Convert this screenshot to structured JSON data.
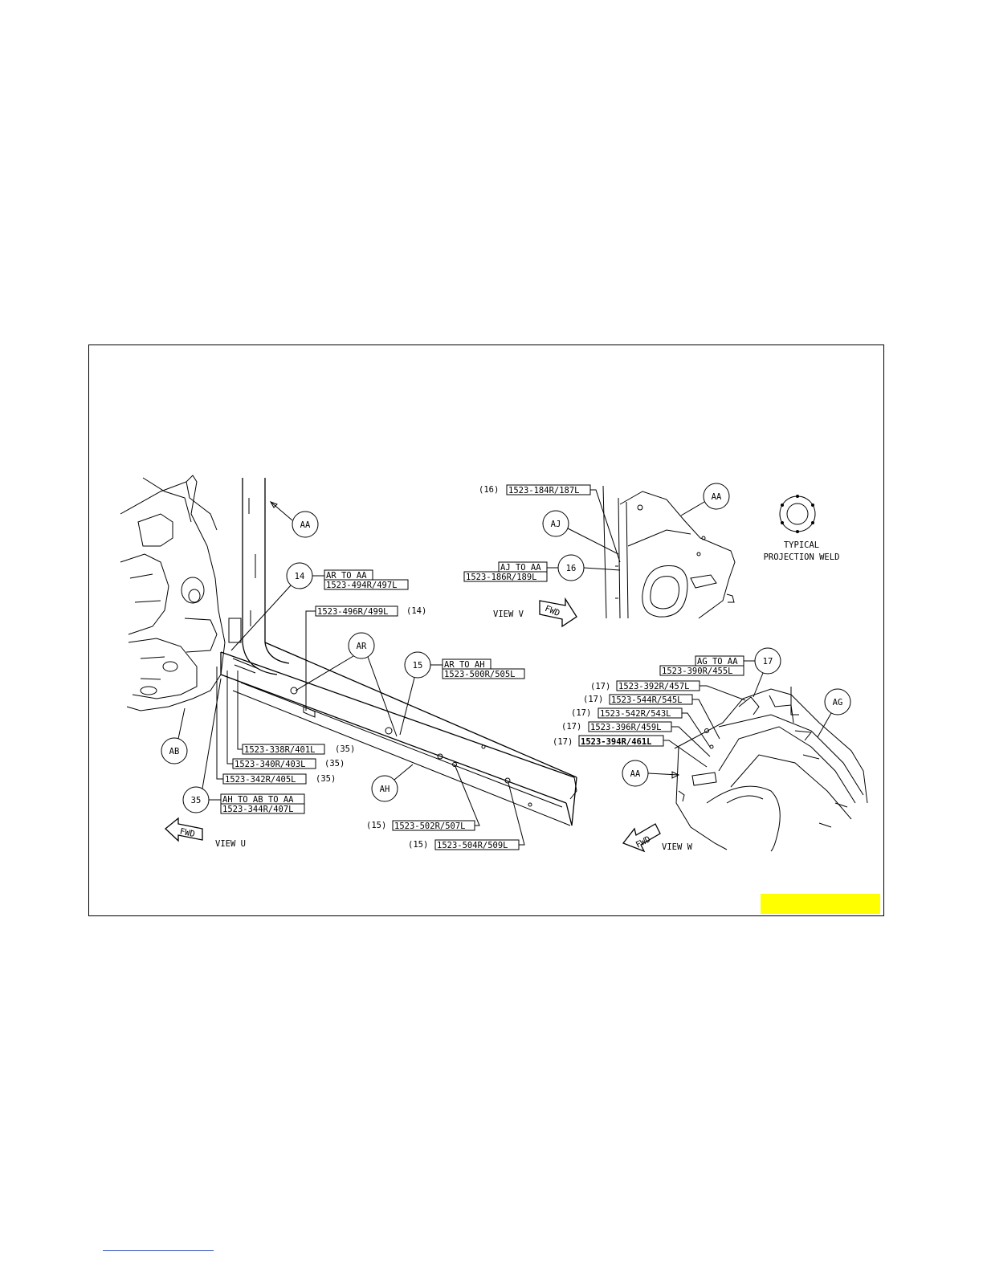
{
  "views": {
    "u": {
      "label": "VIEW U",
      "fwd": "FWD"
    },
    "v": {
      "label": "VIEW V",
      "fwd": "FWD"
    },
    "w": {
      "label": "VIEW W",
      "fwd": "FWD"
    }
  },
  "callouts": {
    "c14": "14",
    "c15": "15",
    "c16": "16",
    "c17": "17",
    "c35": "35"
  },
  "parts": {
    "aa_u": "AA",
    "ar": "AR",
    "ab": "AB",
    "ah": "AH",
    "aa_v": "AA",
    "aj": "AJ",
    "aa_w": "AA",
    "ag": "AG"
  },
  "weld_note": {
    "line1": "TYPICAL",
    "line2": "PROJECTION WELD"
  },
  "labels": {
    "ar_to_aa": "AR TO AA",
    "p494": "1523-494R/497L",
    "p496": "1523-496R/499L",
    "ref14": "(14)",
    "ar_to_ah": "AR TO AH",
    "p500": "1523-500R/505L",
    "p338": "1523-338R/401L",
    "p340": "1523-340R/403L",
    "p342": "1523-342R/405L",
    "ref35a": "(35)",
    "ref35b": "(35)",
    "ref35c": "(35)",
    "ah_ab_aa": "AH TO AB TO AA",
    "p344": "1523-344R/407L",
    "p502": "1523-502R/507L",
    "p504": "1523-504R/509L",
    "ref15a": "(15)",
    "ref15b": "(15)",
    "ref16": "(16)",
    "p184": "1523-184R/187L",
    "aj_to_aa": "AJ TO AA",
    "p186": "1523-186R/189L",
    "ag_to_aa": "AG TO AA",
    "p390": "1523-390R/455L",
    "p392": "1523-392R/457L",
    "p544": "1523-544R/545L",
    "p542": "1523-542R/543L",
    "p396": "1523-396R/459L",
    "p394": "1523-394R/461L",
    "ref17a": "(17)",
    "ref17b": "(17)",
    "ref17c": "(17)",
    "ref17d": "(17)",
    "ref17e": "(17)"
  },
  "colors": {
    "highlight": "#ffff00",
    "link_underline": "#3050c0"
  }
}
